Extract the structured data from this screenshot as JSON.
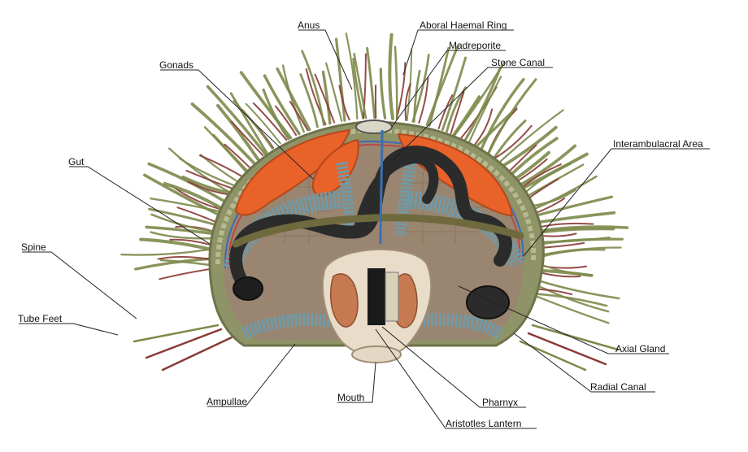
{
  "diagram": {
    "labels": {
      "anus": "Anus",
      "aboral_haemal_ring": "Aboral Haemal Ring",
      "madreporite": "Madreporite",
      "stone_canal": "Stone Canal",
      "gonads": "Gonads",
      "interambulacral_area": "Interambulacral Area",
      "gut": "Gut",
      "spine": "Spine",
      "tube_feet": "Tube Feet",
      "axial_gland": "Axial Gland",
      "radial_canal": "Radial Canal",
      "ampullae": "Ampullae",
      "mouth": "Mouth",
      "pharnyx": "Pharnyx",
      "aristotles_lantern": "Aristotles Lantern"
    }
  },
  "colors": {
    "background": "#ffffff",
    "leader": "#222222",
    "spine": "#7c8a4a",
    "tube_foot": "#8a3a36",
    "test_shell": "#8f9468",
    "body_cavity": "#9a8570",
    "gonad": "#e8622a",
    "gut": "#2b2b2b",
    "ampullae": "#6f9aa8",
    "lantern": "#e9dcc8",
    "lantern_muscle": "#c77a52",
    "radial_canal": "#c03a3a",
    "water_vessel": "#3a6fb0"
  }
}
